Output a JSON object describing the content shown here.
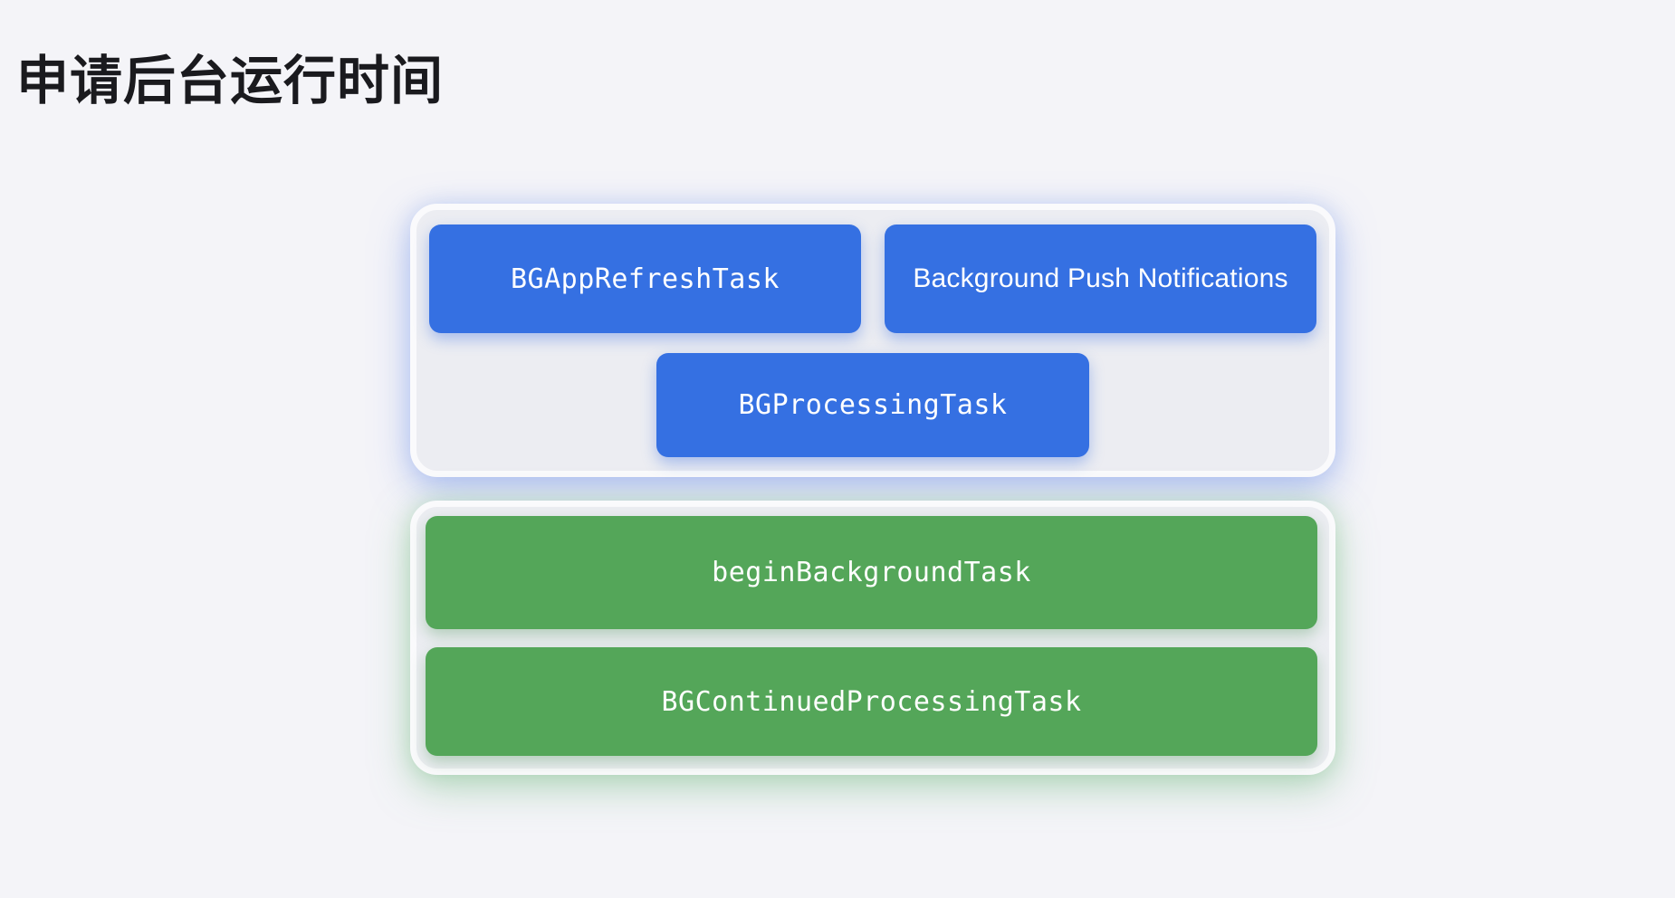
{
  "title": "申请后台运行时间",
  "colors": {
    "page_background": "#F4F4F8",
    "panel_background": "#ECEDF2",
    "blue_accent": "#3570E2",
    "green_accent": "#54A659",
    "title_color": "#1A1A1E",
    "box_text_color": "#FFFFFF"
  },
  "blue_panel": {
    "box1": "BGAppRefreshTask",
    "box2": "Background Push Notifications",
    "box3": "BGProcessingTask"
  },
  "green_panel": {
    "box1": "beginBackgroundTask",
    "box2": "BGContinuedProcessingTask"
  }
}
